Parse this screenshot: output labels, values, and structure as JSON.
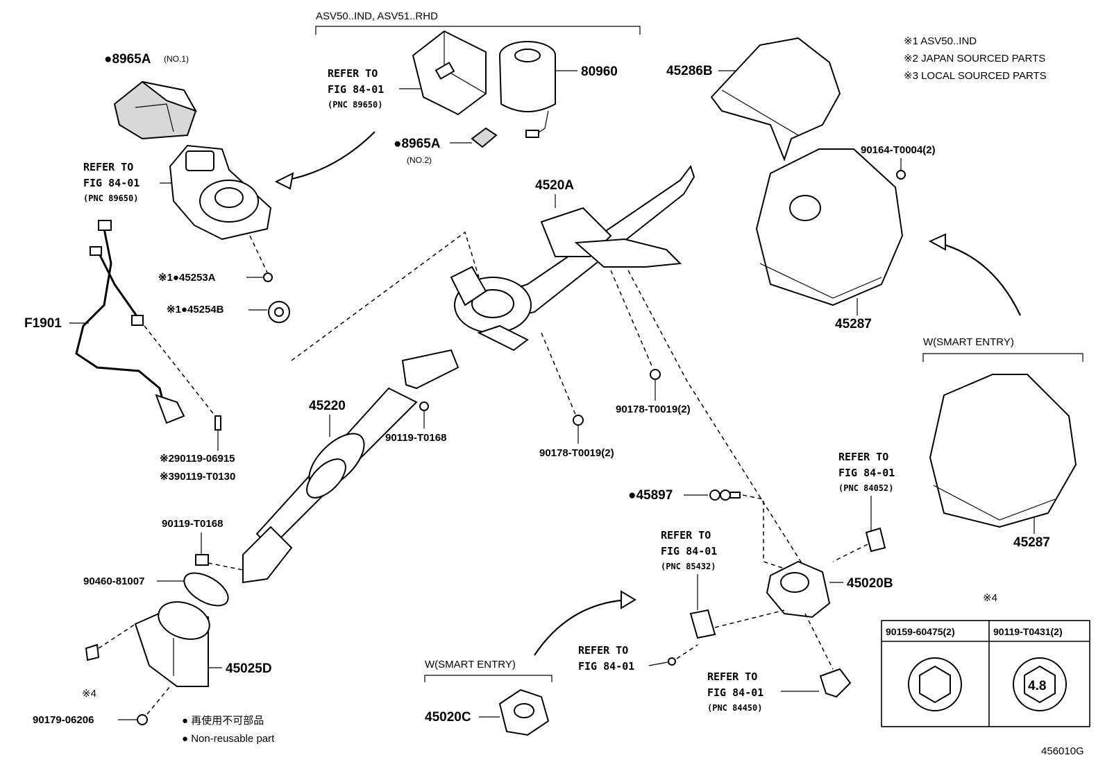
{
  "notes": {
    "n1": "※1 ASV50..IND",
    "n2": "※2 JAPAN SOURCED PARTS",
    "n3": "※3 LOCAL SOURCED PARTS"
  },
  "groups": {
    "top_header": "ASV50..IND, ASV51..RHD",
    "smart_entry_right": "W(SMART ENTRY)",
    "smart_entry_bottom": "W(SMART ENTRY)"
  },
  "parts": {
    "p8965A_no1": "●8965A",
    "p8965A_no1_sub": "(NO.1)",
    "p8965A_no2": "●8965A",
    "p8965A_no2_sub": "(NO.2)",
    "p80960": "80960",
    "p45286B": "45286B",
    "p90164": "90164-T0004(2)",
    "p4520A": "4520A",
    "p45287_a": "45287",
    "p45287_b": "45287",
    "p45253A": "※1●45253A",
    "p45254B": "※1●45254B",
    "pF1901": "F1901",
    "p45220": "45220",
    "p90119_T0168_a": "90119-T0168",
    "p90119_T0168_b": "90119-T0168",
    "p90178_a": "90178-T0019(2)",
    "p90178_b": "90178-T0019(2)",
    "p90119_06915": "※290119-06915",
    "p90119_T0130": "※390119-T0130",
    "p90460": "90460-81007",
    "p45025D": "45025D",
    "p90179": "90179-06206",
    "p45897": "●45897",
    "p45020B": "45020B",
    "p45020C": "45020C",
    "p4_mark_left": "※4",
    "p4_mark_table": "※4"
  },
  "refs": {
    "ref_top_center": {
      "l1": "REFER TO",
      "l2": "FIG 84-01",
      "l3": "(PNC 89650)"
    },
    "ref_left": {
      "l1": "REFER TO",
      "l2": "FIG 84-01",
      "l3": "(PNC 89650)"
    },
    "ref_84052": {
      "l1": "REFER TO",
      "l2": "FIG 84-01",
      "l3": "(PNC 84052)"
    },
    "ref_85432": {
      "l1": "REFER TO",
      "l2": "FIG 84-01",
      "l3": "(PNC 85432)"
    },
    "ref_plain": {
      "l1": "REFER TO",
      "l2": "FIG 84-01"
    },
    "ref_84450": {
      "l1": "REFER TO",
      "l2": "FIG 84-01",
      "l3": "(PNC 84450)"
    }
  },
  "legend": {
    "jp": "● 再使用不可部品",
    "en": "● Non-reusable part"
  },
  "torque_table": {
    "col1": "90159-60475(2)",
    "col2": "90119-T0431(2)",
    "grade": "4.8"
  },
  "figure_id": "456010G"
}
